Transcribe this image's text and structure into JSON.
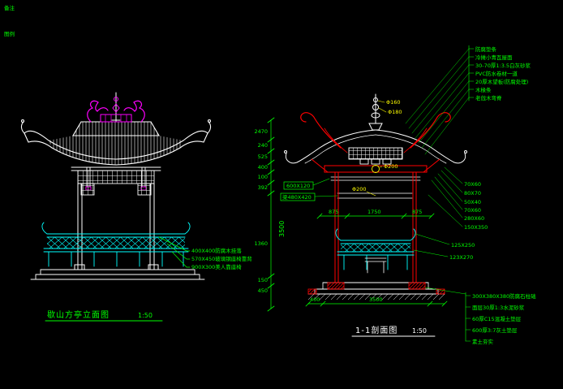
{
  "page": {
    "background": "#000000"
  },
  "corner_notes": {
    "a": "备注",
    "b": "图例"
  },
  "colors": {
    "line": "#ffffff",
    "annotation": "#00ff00",
    "dimension": "#ffff00",
    "bench": "#00ffff",
    "ornament": "#ff00ff",
    "structure": "#ff0000"
  },
  "elevation": {
    "title": "歇山方亭立面图",
    "scale": "1:50",
    "callouts": [
      "400X400防腐木挂落",
      "570X450玻璃钢座椅靠背",
      "900X300美人靠座椅"
    ]
  },
  "section": {
    "title": "1-1剖面图",
    "scale": "1:50",
    "v_dims": [
      "2470",
      "240",
      "525",
      "400",
      "100",
      "392",
      "1360",
      "150",
      "450"
    ],
    "v_total": "3500",
    "mid_dims": [
      "875",
      "1750",
      "875"
    ],
    "bottom_dims": [
      "400",
      "3500"
    ],
    "finial_dims": [
      "Φ160",
      "Φ180"
    ],
    "beam_dims": [
      "Φ200",
      "Φ200"
    ],
    "boxed_dims": [
      "600X120",
      "梁480X420"
    ],
    "right_dims": [
      "70X60",
      "80X70",
      "50X40",
      "70X60",
      "280X60",
      "150X350"
    ],
    "right_dims2": [
      "125X250",
      "123X270"
    ],
    "roof_layers": [
      "防腐垫条",
      "冷摊小青瓦屋面",
      "30-70厚1:3.5白灰砂浆",
      "PVC防水卷材一道",
      "20厚木望板(防腐处理)",
      "木椽条",
      "老戗木弯脊"
    ],
    "base_layers": [
      "300X380X380防腐石柱础",
      "面层30厚1:3水泥砂浆",
      "60厚C15混凝土垫层",
      "600厚3:7灰土垫层",
      "素土夯实"
    ]
  }
}
